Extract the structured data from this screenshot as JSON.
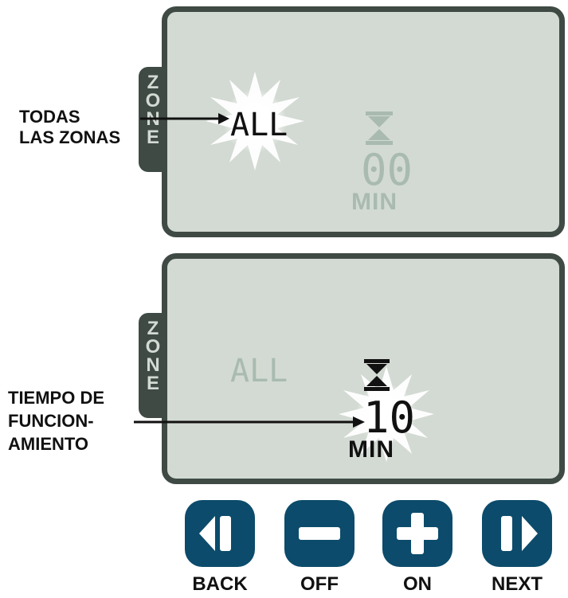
{
  "zone_tab": [
    "Z",
    "O",
    "N",
    "E"
  ],
  "panel1": {
    "callout": "TODAS\nLAS ZONAS",
    "zone_display": "ALL",
    "time_display": "00",
    "time_unit": "MIN"
  },
  "panel2": {
    "callout": "TIEMPO DE\nFUNCION-\nAMIENTO",
    "zone_display": "ALL",
    "time_display": "10",
    "time_unit": "MIN"
  },
  "buttons": [
    {
      "label": "BACK",
      "icon": "back-icon"
    },
    {
      "label": "OFF",
      "icon": "minus-icon"
    },
    {
      "label": "ON",
      "icon": "plus-icon"
    },
    {
      "label": "NEXT",
      "icon": "next-icon"
    }
  ],
  "colors": {
    "lcd_background": "#d3dad3",
    "frame": "#3f4a45",
    "dim_segment": "#a9bbb1",
    "active_segment": "#111111",
    "button": "#0c4b6b",
    "glow": "#ffffff"
  }
}
